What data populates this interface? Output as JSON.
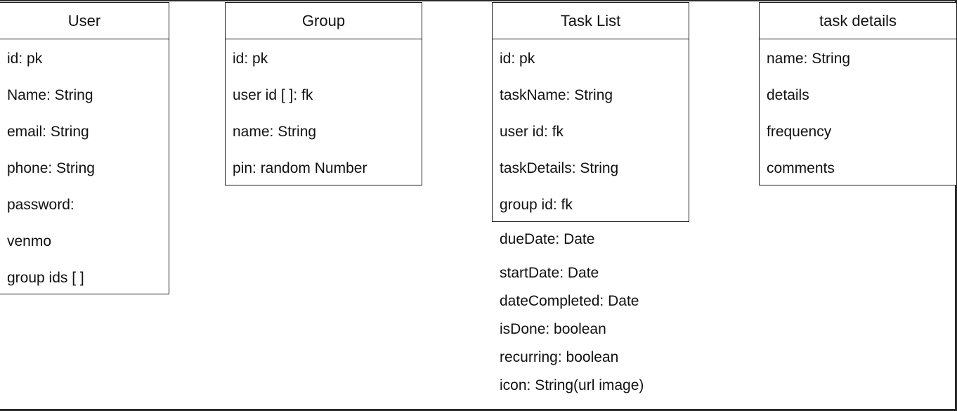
{
  "entities": {
    "user": {
      "title": "User",
      "fields": [
        "id: pk",
        "Name: String",
        "email: String",
        "phone: String",
        "password:",
        "venmo",
        "group ids [ ]"
      ]
    },
    "group": {
      "title": "Group",
      "fields": [
        "id: pk",
        "user id [ ]: fk",
        "name: String",
        "pin: random Number"
      ]
    },
    "task_list": {
      "title": "Task List",
      "fields": [
        "id: pk",
        "taskName: String",
        "user id: fk",
        "taskDetails: String",
        "group id: fk"
      ],
      "extra_fields": [
        "dueDate: Date",
        "startDate: Date",
        "dateCompleted: Date",
        "isDone: boolean",
        "recurring: boolean",
        "icon: String(url image)"
      ]
    },
    "task_details": {
      "title": "task details",
      "fields": [
        "name: String",
        "details",
        "frequency",
        "comments"
      ]
    }
  }
}
